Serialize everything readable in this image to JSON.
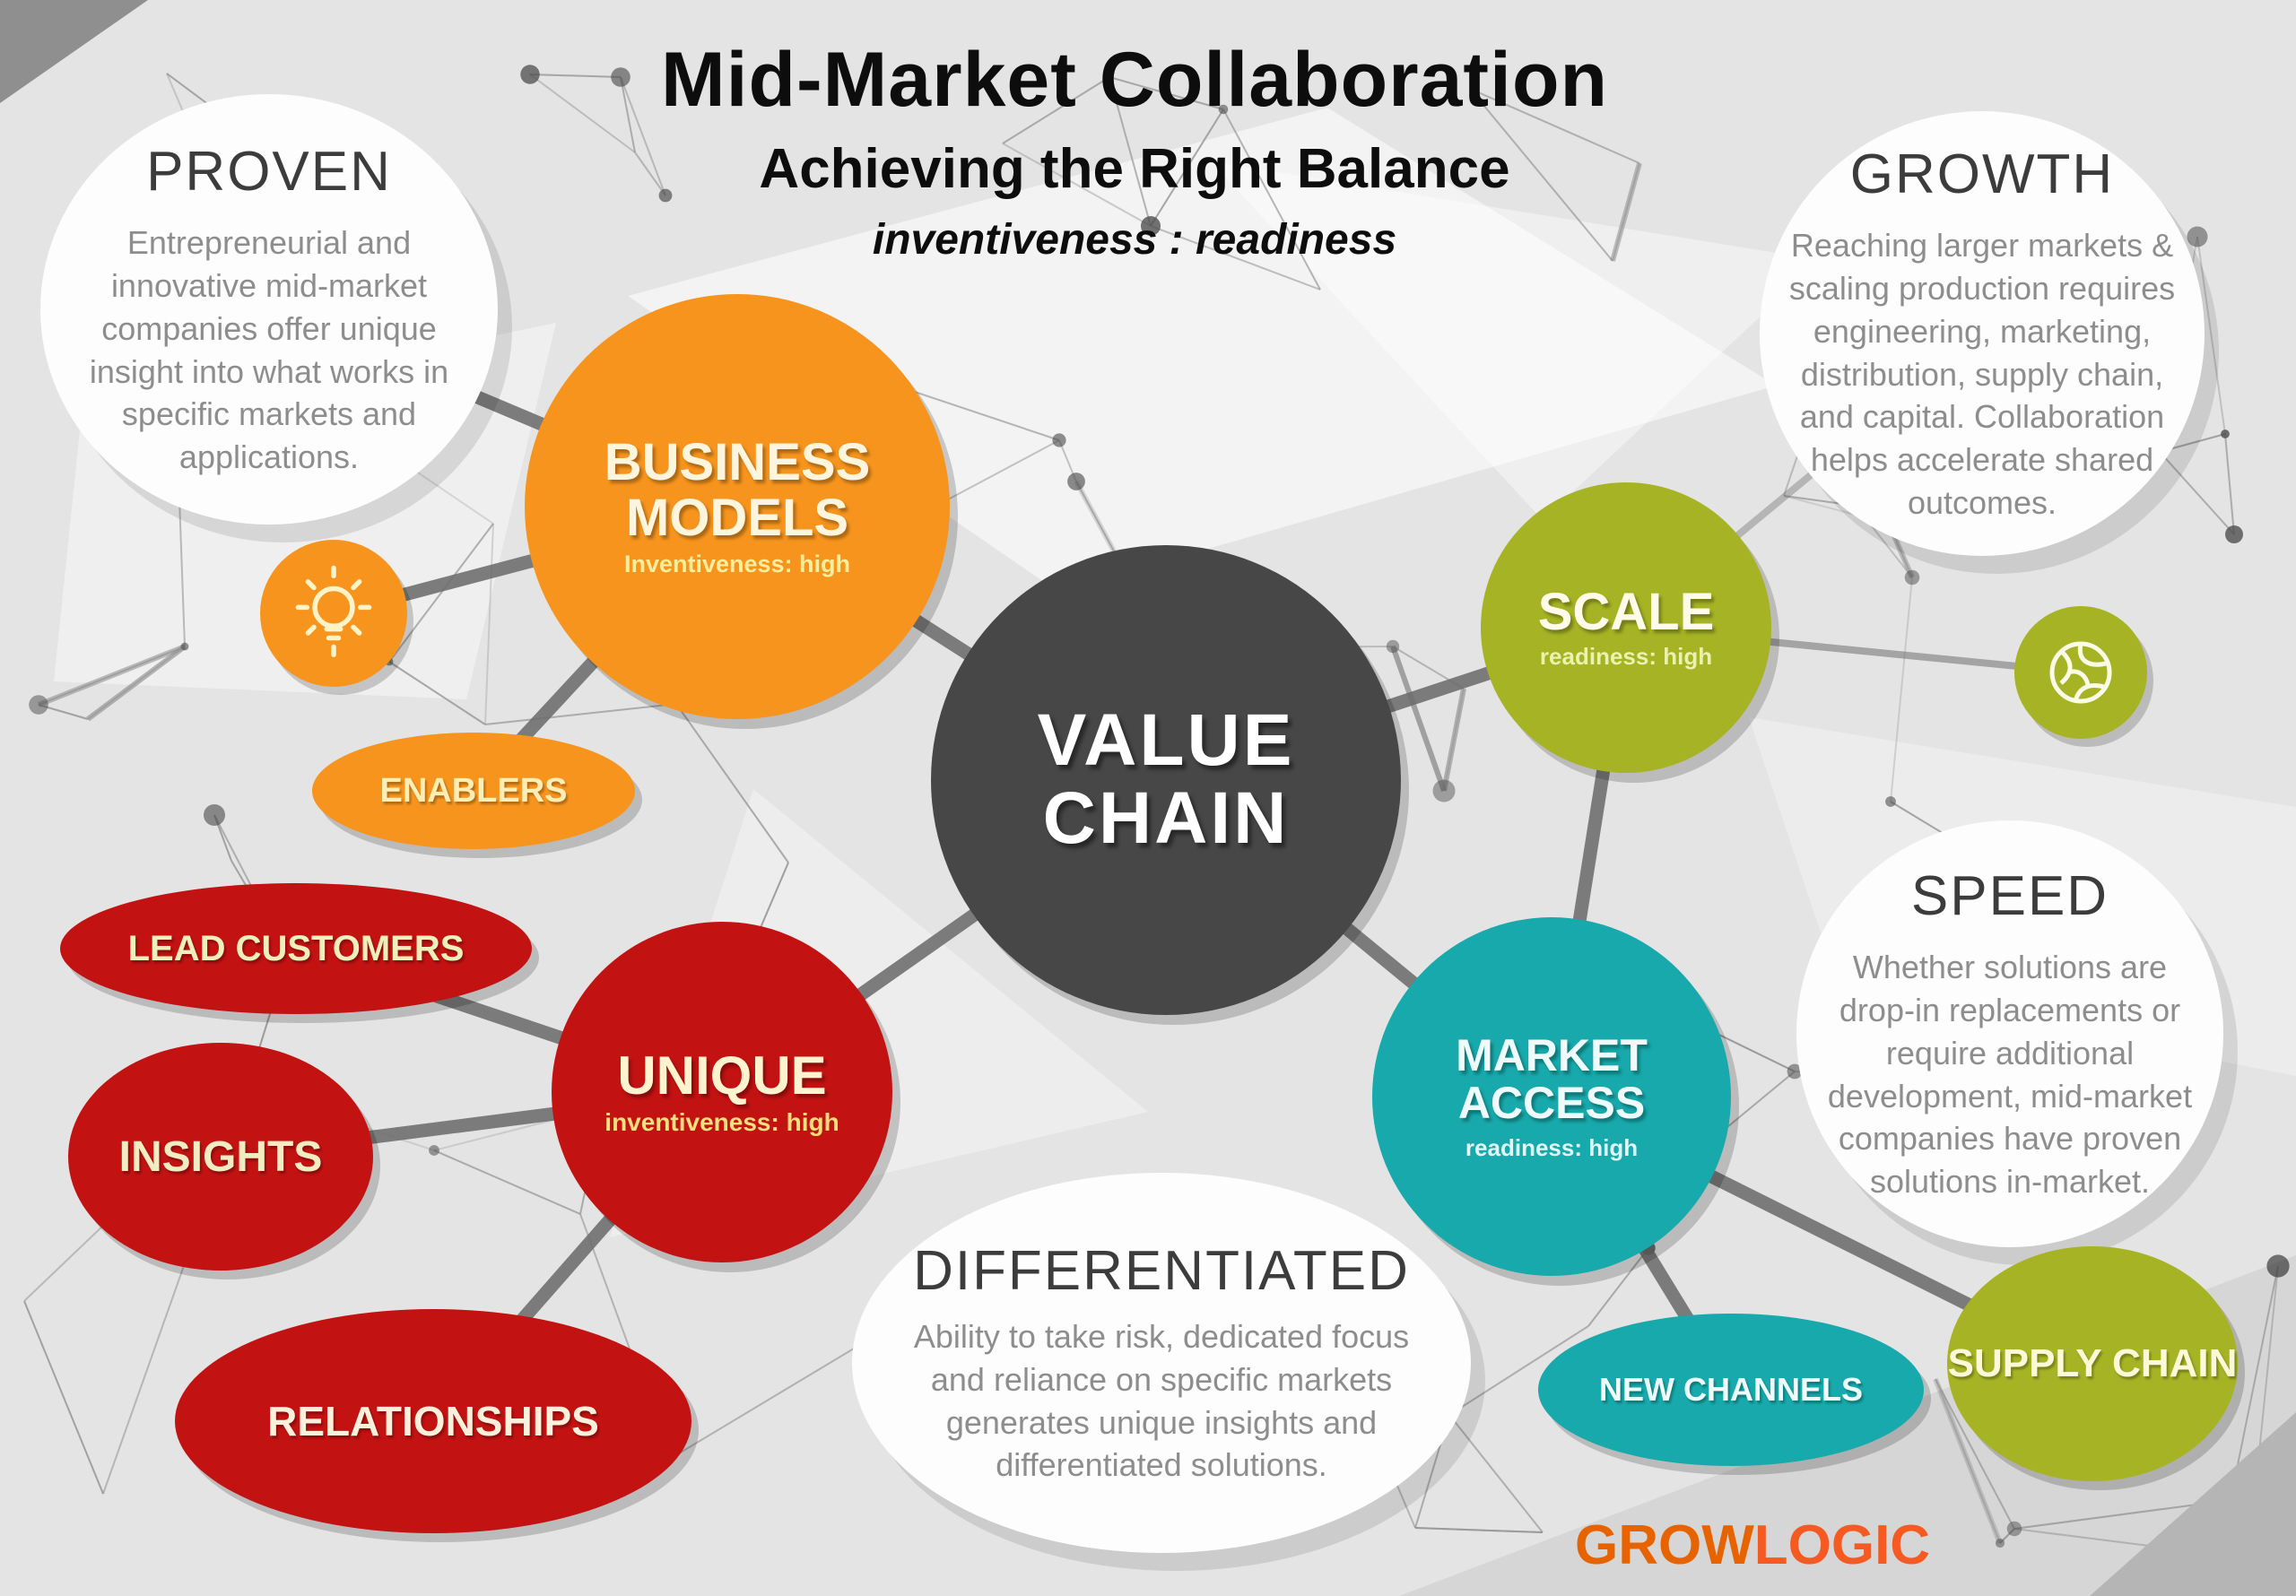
{
  "header": {
    "title": "Mid-Market Collaboration",
    "subtitle": "Achieving the Right Balance",
    "tagline": "inventiveness : readiness"
  },
  "bubbles": {
    "proven": {
      "title": "PROVEN",
      "body": "Entrepreneurial and innovative mid-market companies offer unique insight into what works in specific markets and applications."
    },
    "growth": {
      "title": "GROWTH",
      "body": "Reaching larger markets & scaling production requires engineering, marketing, distribution, supply chain, and capital. Collaboration helps accelerate shared outcomes."
    },
    "speed": {
      "title": "SPEED",
      "body": "Whether solutions are drop-in replacements or require additional development, mid-market companies have proven solutions in-market."
    },
    "differentiated": {
      "title": "DIFFERENTIATED",
      "body": "Ability to take risk, dedicated focus and reliance on specific markets generates unique insights and differentiated solutions."
    },
    "business_models": {
      "title": "BUSINESS MODELS",
      "subtitle": "Inventiveness: high"
    },
    "value_chain": {
      "title": "VALUE CHAIN"
    },
    "scale": {
      "title": "SCALE",
      "subtitle": "readiness: high"
    },
    "market_access": {
      "title": "MARKET ACCESS",
      "subtitle": "readiness: high"
    },
    "unique": {
      "title": "UNIQUE",
      "subtitle": "inventiveness: high"
    },
    "enablers": {
      "label": "ENABLERS"
    },
    "lead_customers": {
      "label": "LEAD CUSTOMERS"
    },
    "insights": {
      "label": "INSIGHTS"
    },
    "relationships": {
      "label": "RELATIONSHIPS"
    },
    "new_channels": {
      "label": "NEW CHANNELS"
    },
    "supply_chain": {
      "label": "SUPPLY CHAIN"
    }
  },
  "icons": {
    "lightbulb": "lightbulb-icon",
    "globe": "globe-icon"
  },
  "logo": {
    "grow": "GROW",
    "logic": "LOGIC"
  },
  "colors": {
    "orange": "#f6941d",
    "red": "#c21212",
    "olive_green": "#a6b324",
    "teal": "#17a9ab",
    "dark_gray": "#474747",
    "background": "#e4e4e4",
    "logo_grow": "#e66300",
    "logo_logic": "#f45a22"
  }
}
